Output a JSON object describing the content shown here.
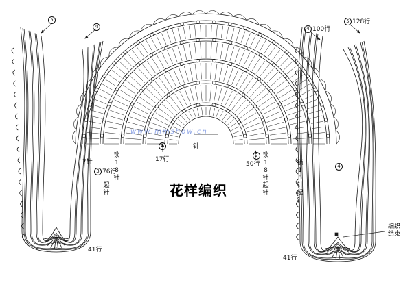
{
  "title": "花样编织",
  "watermark": {
    "line1": "",
    "line2": "www.mmshow.cn"
  },
  "labels": {
    "c5_left": "5",
    "c4_left": "4",
    "c4_right": "4",
    "c4_right_text": "100行",
    "c5_right": "5",
    "c5_right_text": "128行",
    "seven_needles": "7针",
    "c3": "3",
    "c3_text": "76行",
    "c3_vert": "起针",
    "chain18_left": "锁18针",
    "c1": "1",
    "c1_text": "17行",
    "needle_center": "针",
    "c2": "2",
    "c2_text": "50行",
    "chain18_mid": "锁18针",
    "chain18_mid_vert": "起针",
    "chain18_right": "锁18针起针",
    "c4_low": "4",
    "finish": "编织结束",
    "rows41_left": "41行",
    "rows41_right": "41行"
  },
  "colors": {
    "ink": "#1a1a1a",
    "watermark": "#4a6fd8"
  }
}
